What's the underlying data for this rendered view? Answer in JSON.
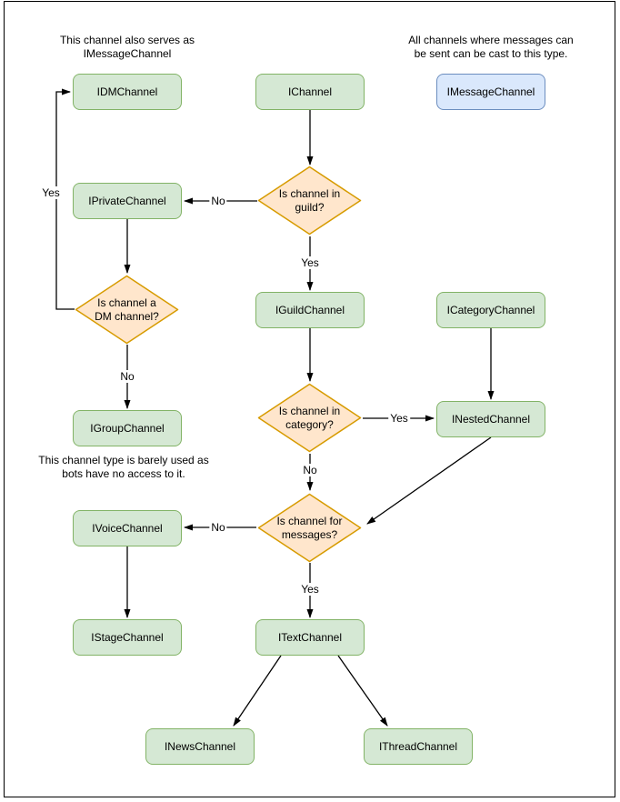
{
  "colors": {
    "node_fill": "#d5e8d4",
    "node_border": "#82b366",
    "message_fill": "#dae8fc",
    "message_border": "#6c8ebf",
    "decision_fill": "#ffe6cc",
    "decision_border": "#d79b00",
    "line": "#000000",
    "text": "#000000"
  },
  "notes": {
    "dm_serves": "This channel also serves as IMessageChannel",
    "message_cast": "All channels where messages can be sent can be cast to this type.",
    "group_barely_used": "This channel type is barely used as bots have no access to it."
  },
  "nodes": {
    "idm": {
      "label": "IDMChannel"
    },
    "ichannel": {
      "label": "IChannel"
    },
    "imessage": {
      "label": "IMessageChannel"
    },
    "iprivate": {
      "label": "IPrivateChannel"
    },
    "iguild": {
      "label": "IGuildChannel"
    },
    "icategory": {
      "label": "ICategoryChannel"
    },
    "igroup": {
      "label": "IGroupChannel"
    },
    "inested": {
      "label": "INestedChannel"
    },
    "ivoice": {
      "label": "IVoiceChannel"
    },
    "istage": {
      "label": "IStageChannel"
    },
    "itext": {
      "label": "ITextChannel"
    },
    "inews": {
      "label": "INewsChannel"
    },
    "ithread": {
      "label": "IThreadChannel"
    }
  },
  "decisions": {
    "in_guild": {
      "label": "Is channel in guild?"
    },
    "is_dm": {
      "label": "Is channel a DM channel?"
    },
    "in_category": {
      "label": "Is channel in category?"
    },
    "for_messages": {
      "label": "Is channel for messages?"
    }
  },
  "edge_labels": {
    "guild_no": "No",
    "guild_yes": "Yes",
    "dm_yes": "Yes",
    "dm_no": "No",
    "category_yes": "Yes",
    "category_no": "No",
    "messages_no": "No",
    "messages_yes": "Yes"
  }
}
